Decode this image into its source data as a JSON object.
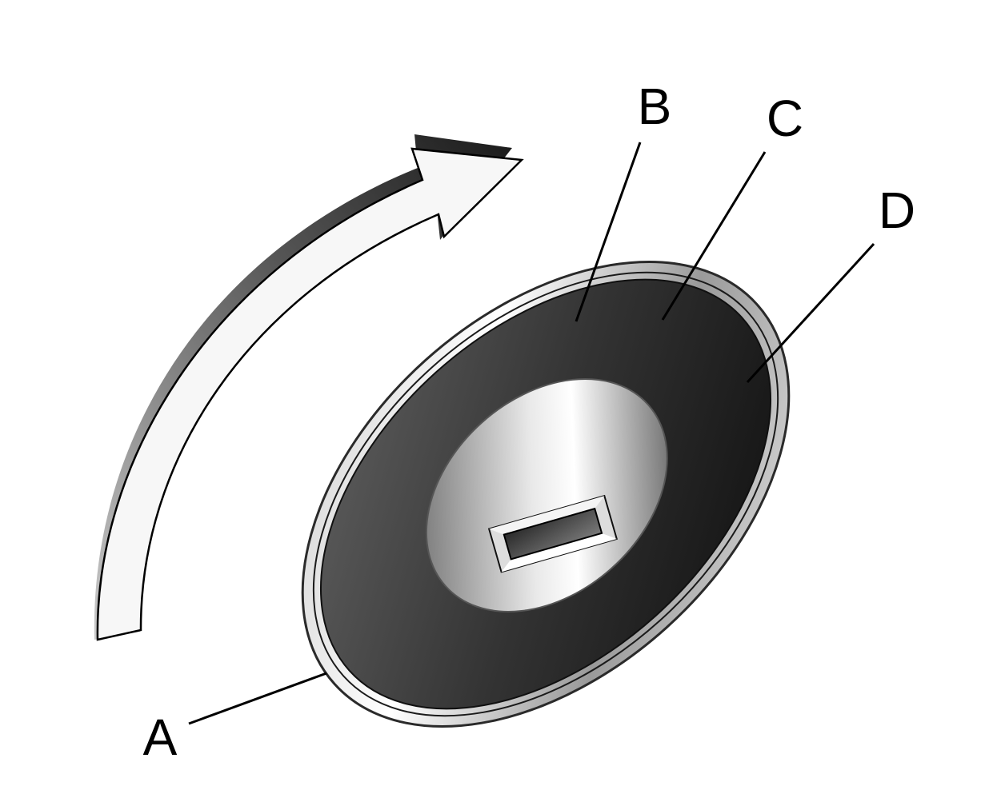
{
  "diagram": {
    "subject": "ignition-lock-cylinder",
    "rotation_arrow": "clockwise-arrow-icon",
    "callouts": [
      {
        "id": "A",
        "label": "A"
      },
      {
        "id": "B",
        "label": "B"
      },
      {
        "id": "C",
        "label": "C"
      },
      {
        "id": "D",
        "label": "D"
      }
    ],
    "colors": {
      "background": "#ffffff",
      "line": "#000000",
      "bezel_dark": "#1e1e1e",
      "chrome_light": "#f2f2f2",
      "arrow_fill": "#f7f7f7"
    }
  }
}
